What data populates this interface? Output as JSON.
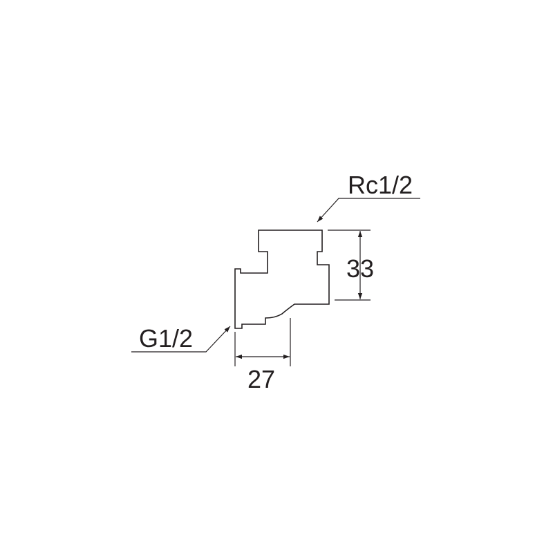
{
  "labels": {
    "top_thread": "Rc1/2",
    "bottom_thread": "G1/2",
    "height_dim": "33",
    "width_dim": "27"
  },
  "colors": {
    "line": "#231f20",
    "background": "#ffffff"
  }
}
